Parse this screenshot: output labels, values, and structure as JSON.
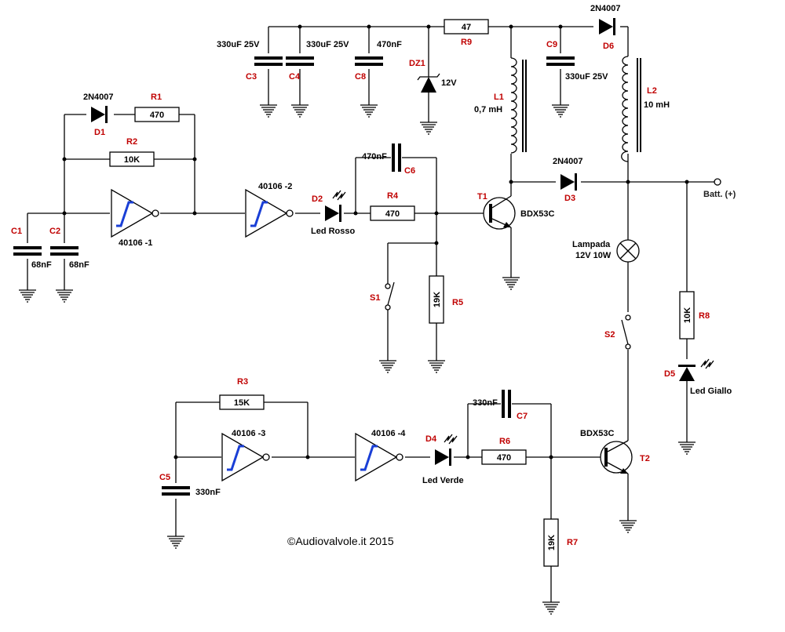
{
  "copyright": "©Audiovalvole.it 2015",
  "battery": "Batt. (+)",
  "capacitors": {
    "C1": {
      "ref": "C1",
      "value": "68nF"
    },
    "C2": {
      "ref": "C2",
      "value": "68nF"
    },
    "C3": {
      "ref": "C3",
      "value": "330uF 25V"
    },
    "C4": {
      "ref": "C4",
      "value": "330uF 25V"
    },
    "C5": {
      "ref": "C5",
      "value": "330nF"
    },
    "C6": {
      "ref": "C6",
      "value": "470nF"
    },
    "C7": {
      "ref": "C7",
      "value": "330nF"
    },
    "C8": {
      "ref": "C8",
      "value": "470nF"
    },
    "C9": {
      "ref": "C9",
      "value": "330uF 25V"
    }
  },
  "resistors": {
    "R1": {
      "ref": "R1",
      "value": "470"
    },
    "R2": {
      "ref": "R2",
      "value": "10K"
    },
    "R3": {
      "ref": "R3",
      "value": "15K"
    },
    "R4": {
      "ref": "R4",
      "value": "470"
    },
    "R5": {
      "ref": "R5",
      "value": "19K"
    },
    "R6": {
      "ref": "R6",
      "value": "470"
    },
    "R7": {
      "ref": "R7",
      "value": "19K"
    },
    "R8": {
      "ref": "R8",
      "value": "10K"
    },
    "R9": {
      "ref": "R9",
      "value": "47"
    }
  },
  "diodes": {
    "D1": {
      "ref": "D1",
      "value": "2N4007"
    },
    "D3": {
      "ref": "D3",
      "value": "2N4007"
    },
    "D6": {
      "ref": "D6",
      "value": "2N4007"
    },
    "DZ1": {
      "ref": "DZ1",
      "value": "12V"
    }
  },
  "leds": {
    "D2": {
      "ref": "D2",
      "value": "Led Rosso"
    },
    "D4": {
      "ref": "D4",
      "value": "Led Verde"
    },
    "D5": {
      "ref": "D5",
      "value": "Led Giallo"
    }
  },
  "inductors": {
    "L1": {
      "ref": "L1",
      "value": "0,7 mH"
    },
    "L2": {
      "ref": "L2",
      "value": "10 mH"
    }
  },
  "transistors": {
    "T1": {
      "ref": "T1",
      "value": "BDX53C"
    },
    "T2": {
      "ref": "T2",
      "value": "BDX53C"
    }
  },
  "gates": {
    "U1": "40106 -1",
    "U2": "40106 -2",
    "U3": "40106 -3",
    "U4": "40106 -4"
  },
  "switches": {
    "S1": "S1",
    "S2": "S2"
  },
  "lamp": {
    "line1": "Lampada",
    "line2": "12V 10W"
  }
}
